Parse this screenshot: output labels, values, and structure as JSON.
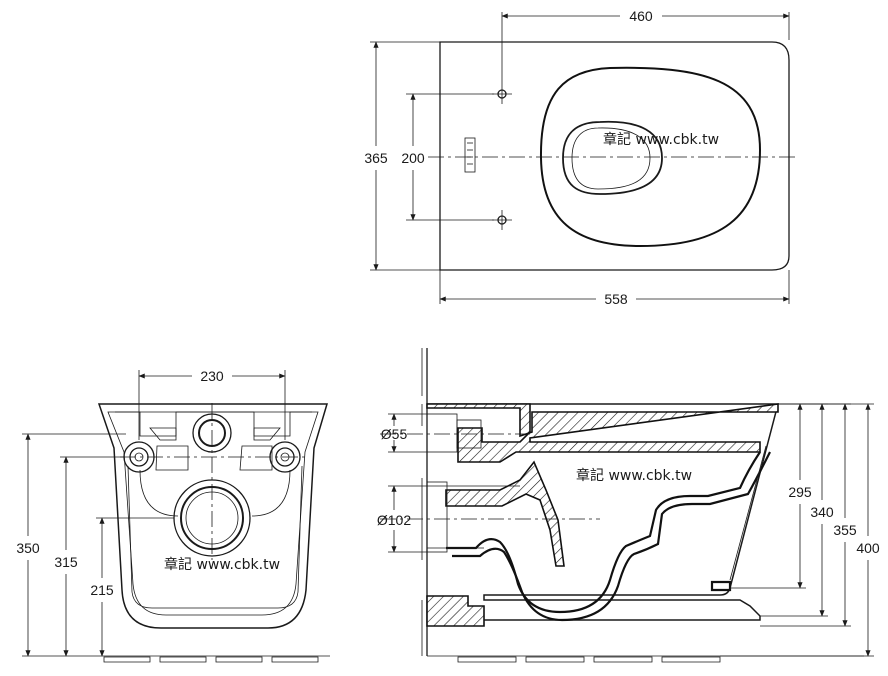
{
  "watermark": "章記 www.cbk.tw",
  "top_view": {
    "dim_width_top": "460",
    "dim_width_bottom": "558",
    "dim_height": "365",
    "dim_bolt_spacing": "200"
  },
  "front_view": {
    "dim_bolt_spacing": "230",
    "dim_total_height": "350",
    "dim_bolt_height": "315",
    "dim_drain_height": "215"
  },
  "side_view": {
    "dim_inlet": "Ø55",
    "dim_outlet": "Ø102",
    "dim_295": "295",
    "dim_340": "340",
    "dim_355": "355",
    "dim_400": "400"
  }
}
